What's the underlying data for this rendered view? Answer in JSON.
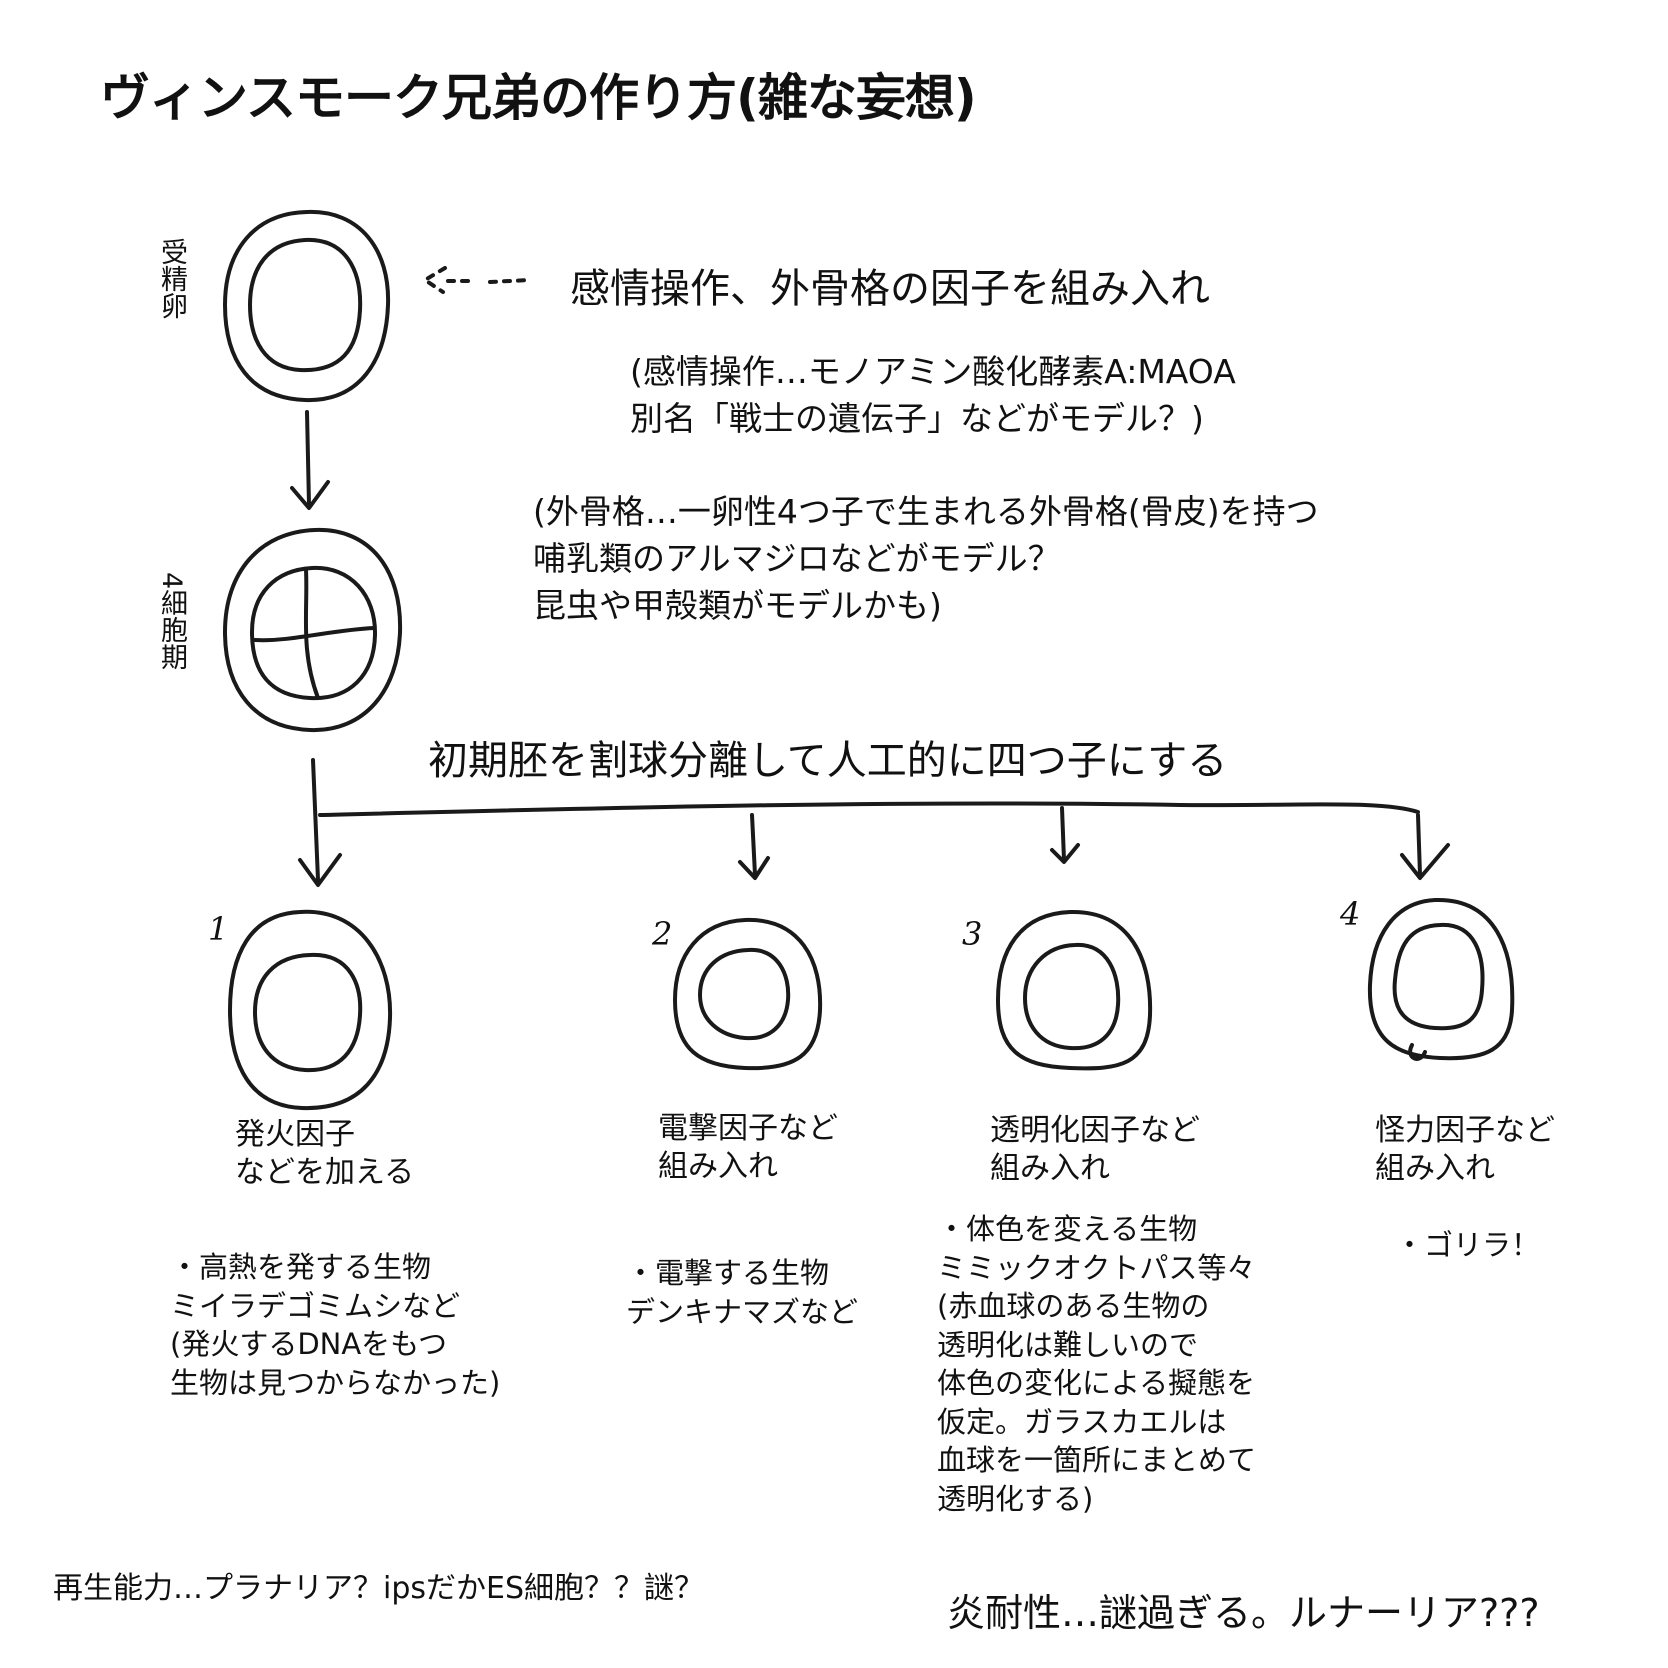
{
  "title": "ヴィンスモーク兄弟の作り方(雑な妄想)",
  "stages": {
    "fertilized_egg": "受精卵",
    "four_cell": "4細胞期"
  },
  "notes": {
    "inject": "感情操作、外骨格の因子を組み入れ",
    "emotion_lines": [
      "(感情操作…モノアミン酸化酵素A:MAOA",
      "別名「戦士の遺伝子」などがモデル？)"
    ],
    "exo_lines": [
      "(外骨格…一卵性4つ子で生まれる外骨格(骨皮)を持つ",
      "哺乳類のアルマジロなどがモデル？",
      "昆虫や甲殻類がモデルかも)"
    ],
    "split": "初期胚を割球分離して人工的に四つ子にする"
  },
  "brothers": [
    {
      "number": "1",
      "label": [
        "発火因子",
        "などを加える"
      ],
      "details": [
        "・高熱を発する生物",
        "ミイラデゴミムシなど",
        "(発火するDNAをもつ",
        "生物は見つからなかった)"
      ]
    },
    {
      "number": "2",
      "label": [
        "電撃因子など",
        "組み入れ"
      ],
      "details": [
        "・電撃する生物",
        "デンキナマズなど"
      ]
    },
    {
      "number": "3",
      "label": [
        "透明化因子など",
        "組み入れ"
      ],
      "details": [
        "・体色を変える生物",
        "ミミックオクトパス等々",
        "(赤血球のある生物の",
        "透明化は難しいので",
        "体色の変化による擬態を",
        "仮定。ガラスカエルは",
        "血球を一箇所にまとめて",
        "透明化する)"
      ]
    },
    {
      "number": "4",
      "label": [
        "怪力因子など",
        "組み入れ"
      ],
      "details": [
        "・ゴリラ！"
      ]
    }
  ],
  "footer": {
    "regeneration": "再生能力…プラナリア？ipsだかES細胞？？謎？",
    "fire_resistance": "炎耐性…謎過ぎる。ルナーリア???"
  }
}
